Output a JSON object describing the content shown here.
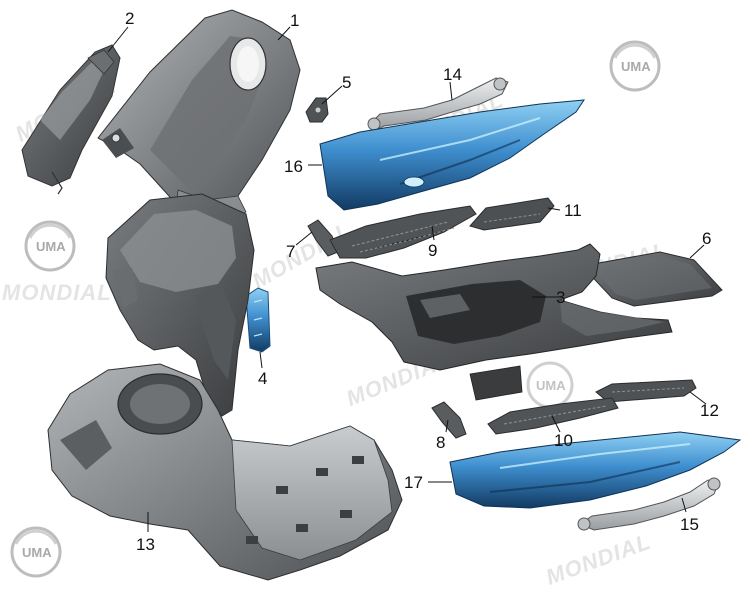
{
  "brand": {
    "watermark_word": "MONDIAL",
    "logo_word": "UMA"
  },
  "callouts": [
    "1",
    "2",
    "3",
    "4",
    "5",
    "6",
    "7",
    "8",
    "9",
    "10",
    "11",
    "12",
    "13",
    "14",
    "15",
    "16",
    "17"
  ],
  "colors": {
    "plastic_dark": "#5a5d60",
    "plastic_mid": "#7d8083",
    "plastic_light": "#a6a9ac",
    "panel_blue": "#3f8fcf",
    "panel_blue_light": "#7cc3ee",
    "panel_blue_dark": "#123a63",
    "metal": "#c4c8ca"
  },
  "icons": [
    "uma-logo-icon"
  ]
}
